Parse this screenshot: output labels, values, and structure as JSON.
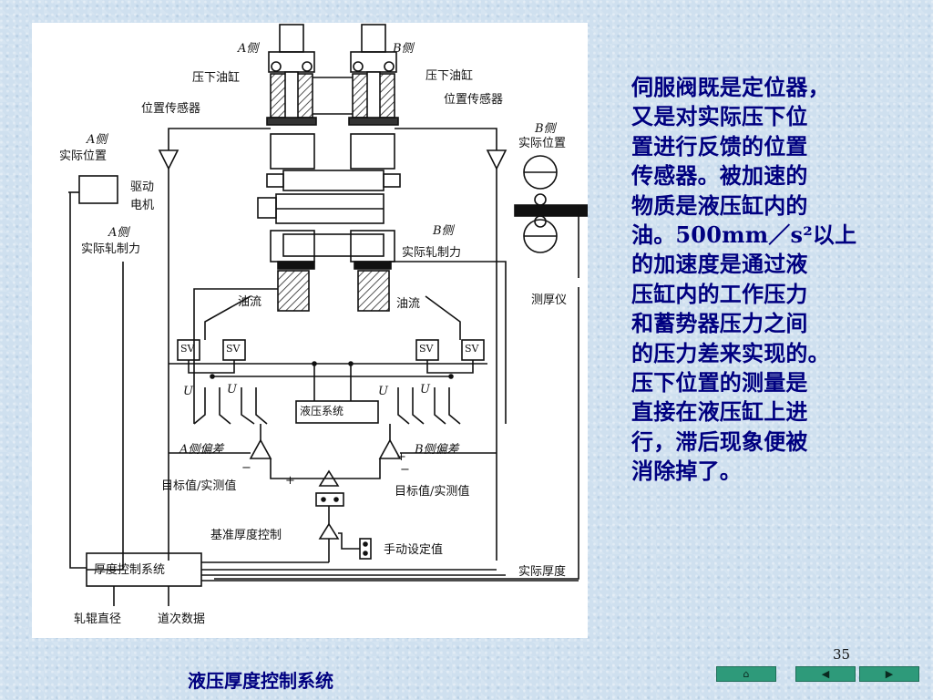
{
  "slide": {
    "body_lines": [
      "伺服阀既是定位器，",
      "又是对实际压下位",
      "置进行反馈的位置",
      "传感器。被加速的",
      "物质是液压缸内的",
      "油。500mm／s²以上",
      "的加速度是通过液",
      "压缸内的工作压力",
      "和蓄势器压力之间",
      "的压力差来实现的。",
      "压下位置的测量是",
      "直接在液压缸上进",
      "行，滞后现象便被",
      "消除掉了。"
    ],
    "caption": "液压厚度控制系统",
    "page_number": "35"
  },
  "diagram": {
    "labels": {
      "a_side": "A侧",
      "b_side": "B侧",
      "a_cylinder": "压下油缸",
      "b_cylinder": "压下油缸",
      "a_pos_sensor": "位置传感器",
      "b_pos_sensor": "位置传感器",
      "a_actual_pos_1": "A侧",
      "a_actual_pos_2": "实际位置",
      "b_actual_pos_1": "B侧",
      "b_actual_pos_2": "实际位置",
      "drive_motor_1": "驱动",
      "drive_motor_2": "电机",
      "a_roll_force_1": "A侧",
      "a_roll_force_2": "实际轧制力",
      "b_roll_force_1": "B侧",
      "b_roll_force_2": "实际轧制力",
      "oil_flow_a": "油流",
      "oil_flow_b": "油流",
      "thickness_gauge": "测厚仪",
      "sv": "SV",
      "hydraulic_system": "液压系统",
      "u": "U",
      "a_deviation": "A侧偏差",
      "b_deviation": "B侧偏差",
      "target_actual_a": "目标值/实测值",
      "target_actual_b": "目标值/实测值",
      "ref_thickness": "基准厚度控制",
      "manual_setting": "手动设定值",
      "thickness_ctrl": "厚度控制系统",
      "actual_thickness": "实际厚度",
      "roll_diameter": "轧辊直径",
      "pass_data": "道次数据",
      "plus": "+",
      "minus": "−"
    }
  },
  "nav": {
    "home_icon": "home-icon",
    "prev_icon": "triangle-left-icon",
    "next_icon": "triangle-right-icon",
    "home_glyph": "⌂",
    "prev_glyph": "◀",
    "next_glyph": "▶"
  },
  "colors": {
    "text_blue": "#000080",
    "nav_green": "#2e9a7a"
  }
}
